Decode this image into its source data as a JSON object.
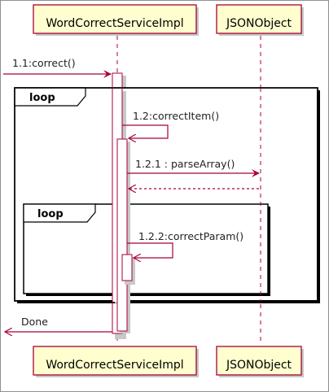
{
  "participants": [
    {
      "id": "wcs",
      "name": "WordCorrectServiceImpl"
    },
    {
      "id": "json",
      "name": "JSONObject"
    }
  ],
  "messages": [
    {
      "label": "1.1:correct()"
    },
    {
      "label": "1.2:correctItem()"
    },
    {
      "label": "1.2.1 : parseArray()"
    },
    {
      "label": ""
    },
    {
      "label": "1.2.2:correctParam()"
    },
    {
      "label": "Done"
    }
  ],
  "fragments": [
    {
      "keyword": "loop"
    },
    {
      "keyword": "loop"
    }
  ],
  "colors": {
    "participant_fill": "#FEFECE",
    "participant_border": "#A80036",
    "line": "#A80036",
    "frame": "#000000",
    "shadow": "#c8c8c8",
    "outer_border": "#909090"
  }
}
